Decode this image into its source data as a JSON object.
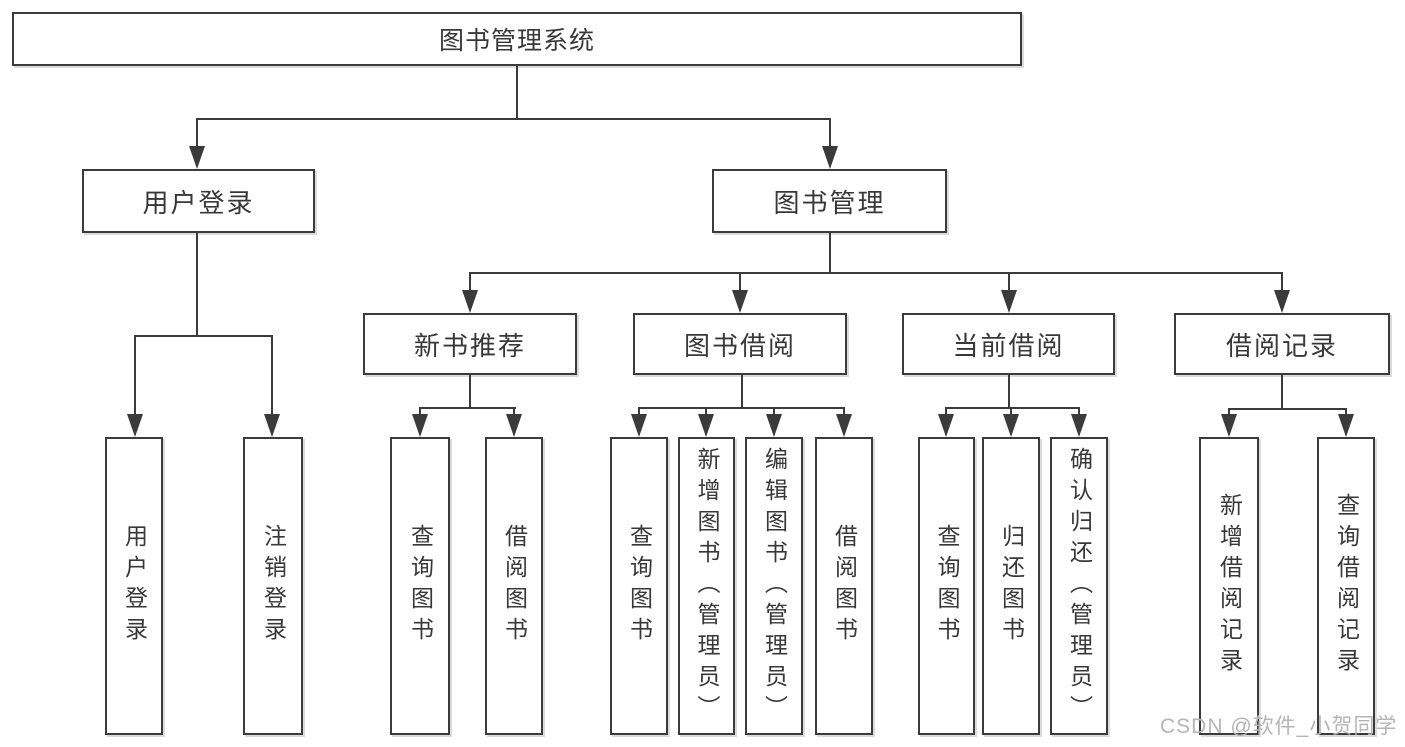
{
  "colors": {
    "line": "#3b3b3b",
    "text": "#383838",
    "boxbg": "#ffffff",
    "pagebg": "#ffffff",
    "watermark": "#b5b5b5"
  },
  "nodes": {
    "root": "图书管理系统",
    "user_login": "用户登录",
    "book_mgmt": "图书管理",
    "new_book_rec": "新书推荐",
    "book_borrow": "图书借阅",
    "current_borrow": "当前借阅",
    "borrow_records": "借阅记录",
    "ul_user_login": "用户登录",
    "ul_logout": "注销登录",
    "nb_query_book": "查询图书",
    "nb_borrow_book": "借阅图书",
    "bb_query_book": "查询图书",
    "bb_add_book": "新增图书（管理员）",
    "bb_edit_book": "编辑图书（管理员）",
    "bb_borrow_book": "借阅图书",
    "cb_query_book": "查询图书",
    "cb_return_book": "归还图书",
    "cb_confirm_return": "确认归还（管理员）",
    "br_add_record": "新增借阅记录",
    "br_query_record": "查询借阅记录"
  },
  "watermark": {
    "text": "CSDN @软件_小贺同学"
  }
}
